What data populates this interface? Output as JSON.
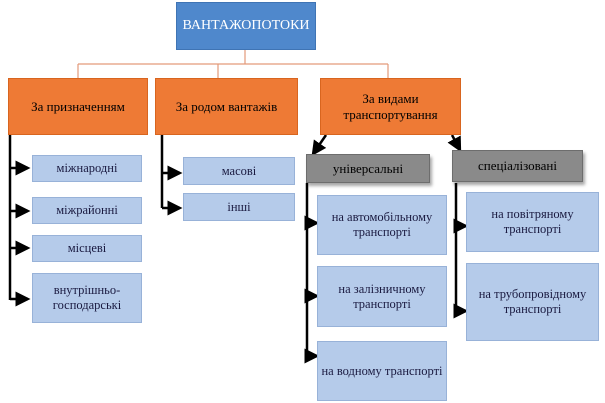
{
  "root": {
    "label": "ВАНТАЖОПОТОКИ"
  },
  "categories": {
    "purpose": {
      "label": "За призначенням"
    },
    "cargo": {
      "label": "За родом вантажів"
    },
    "transport": {
      "label": "За видами транспортування"
    }
  },
  "purpose_items": [
    "міжнародні",
    "міжрайонні",
    "місцеві",
    "внутрішньо-господарські"
  ],
  "cargo_items": [
    "масові",
    "інші"
  ],
  "transport_groups": {
    "universal": {
      "label": "універсальні",
      "items": [
        "на автомобільному транспорті",
        "на залізничному транспорті",
        "на водному транспорті"
      ]
    },
    "specialized": {
      "label": "спеціалізовані",
      "items": [
        "на повітряному транспорті",
        "на трубопровідному транспорті"
      ]
    }
  },
  "colors": {
    "root": "#4f88cc",
    "category": "#ee7a35",
    "leaf": "#b5cbea",
    "group": "#8a8a8a",
    "connector": "#e39a7a",
    "arrow": "#000000"
  }
}
